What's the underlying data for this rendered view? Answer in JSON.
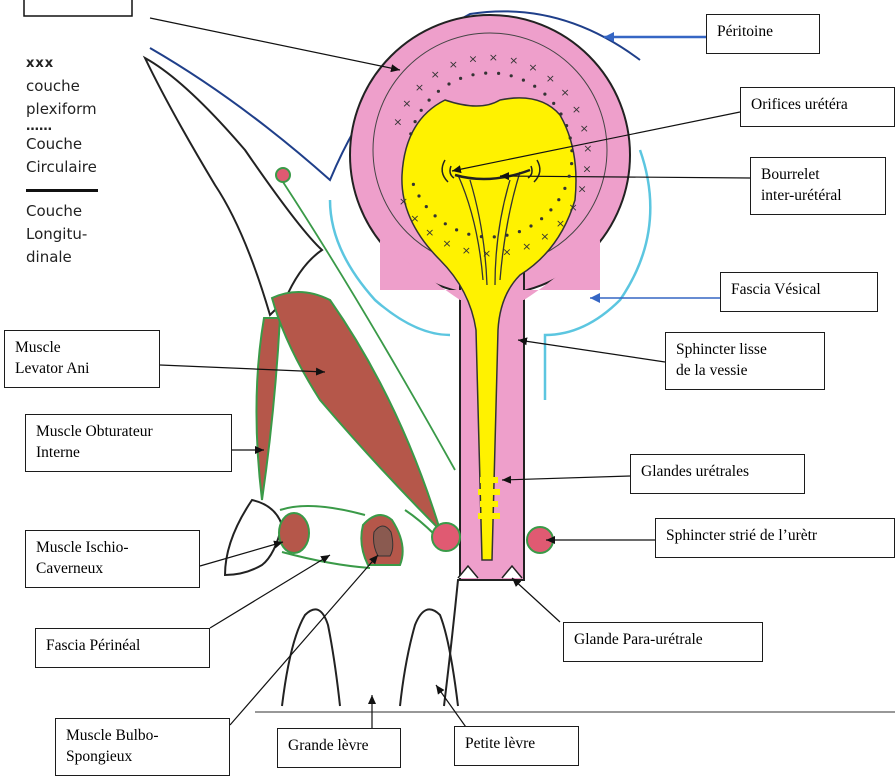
{
  "legend": {
    "plexiform_symbol": "xxx",
    "plexiform_line1": "couche",
    "plexiform_line2": "plexiform",
    "circular_symbol": "……",
    "circular_line1": "Couche",
    "circular_line2": "Circulaire",
    "longitudinal_line1": "Couche",
    "longitudinal_line2": "Longitu-",
    "longitudinal_line3": "dinale"
  },
  "labels": {
    "peritoine": "Péritoine",
    "orifices": "Orifices urétéra",
    "bourrelet_1": "Bourrelet",
    "bourrelet_2": "inter-urétéral",
    "fascia_vesical": "Fascia Vésical",
    "sphincter_lisse_1": "Sphincter lisse",
    "sphincter_lisse_2": "de la vessie",
    "glandes_uretrales": "Glandes urétrales",
    "sphincter_strie": "Sphincter strié de l’urètr",
    "glande_para": "Glande Para-urétrale",
    "petite_levre": "Petite lèvre",
    "grande_levre": "Grande lèvre",
    "bulbo_1": "Muscle Bulbo-",
    "bulbo_2": "Spongieux",
    "fascia_perineal": "Fascia Périnéal",
    "ischio_1": "Muscle Ischio-",
    "ischio_2": "Caverneux",
    "obturateur_1": "Muscle Obturateur",
    "obturateur_2": "Interne",
    "levator_1": "Muscle",
    "levator_2": "Levator Ani"
  },
  "colors": {
    "bladder_wall": "#ee9fcb",
    "lumen": "#fff200",
    "muscle": "#b5574a",
    "fascia": "#3a9a48",
    "peritoneum": "#1f3f8a",
    "fascia_vesical": "#5cc6e0",
    "sphincter": "#e05a72"
  }
}
